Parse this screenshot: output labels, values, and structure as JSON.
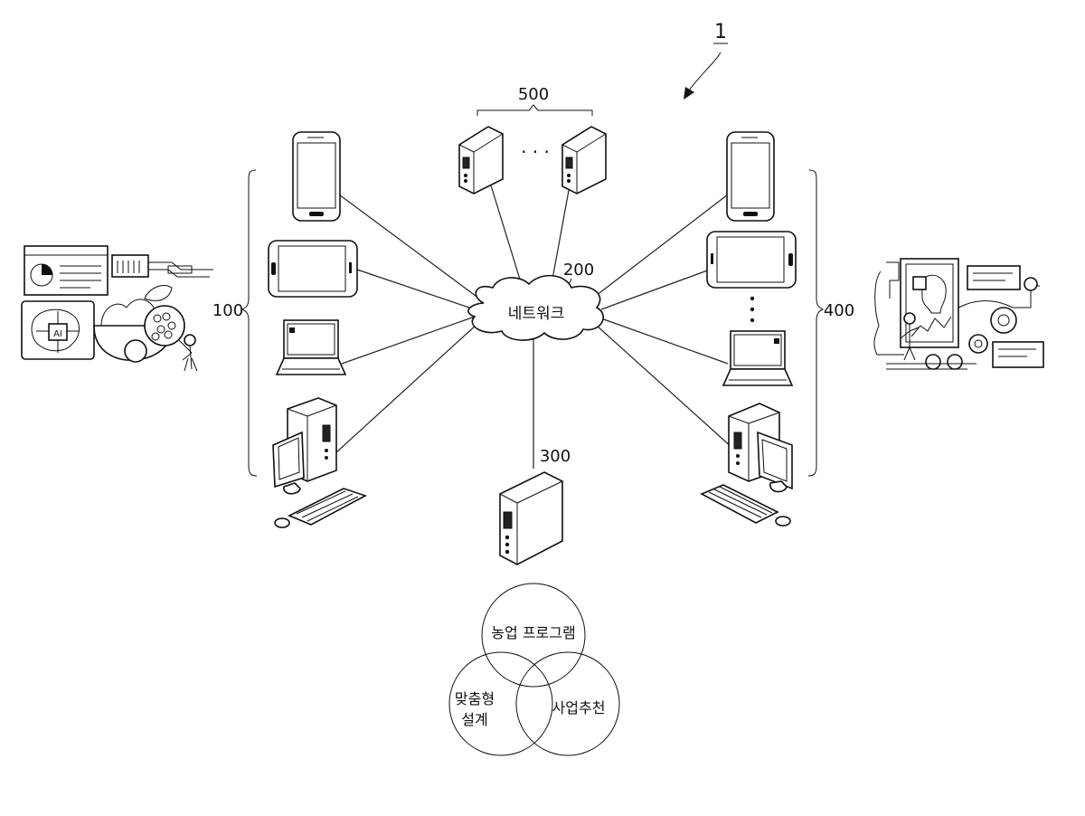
{
  "figure_ref": "1",
  "labels": {
    "server_group": "500",
    "network_ref": "200",
    "network_text": "네트워크",
    "left_group": "100",
    "right_group": "400",
    "main_server": "300",
    "ellipsis": "· · ·"
  },
  "venn": {
    "top": "농업 프로그램",
    "left_line1": "맞춤형",
    "left_line2": "설계",
    "right": "사업추천"
  },
  "illustrations": {
    "left": "ai-agriculture-illustration",
    "right": "data-analysis-illustration"
  }
}
